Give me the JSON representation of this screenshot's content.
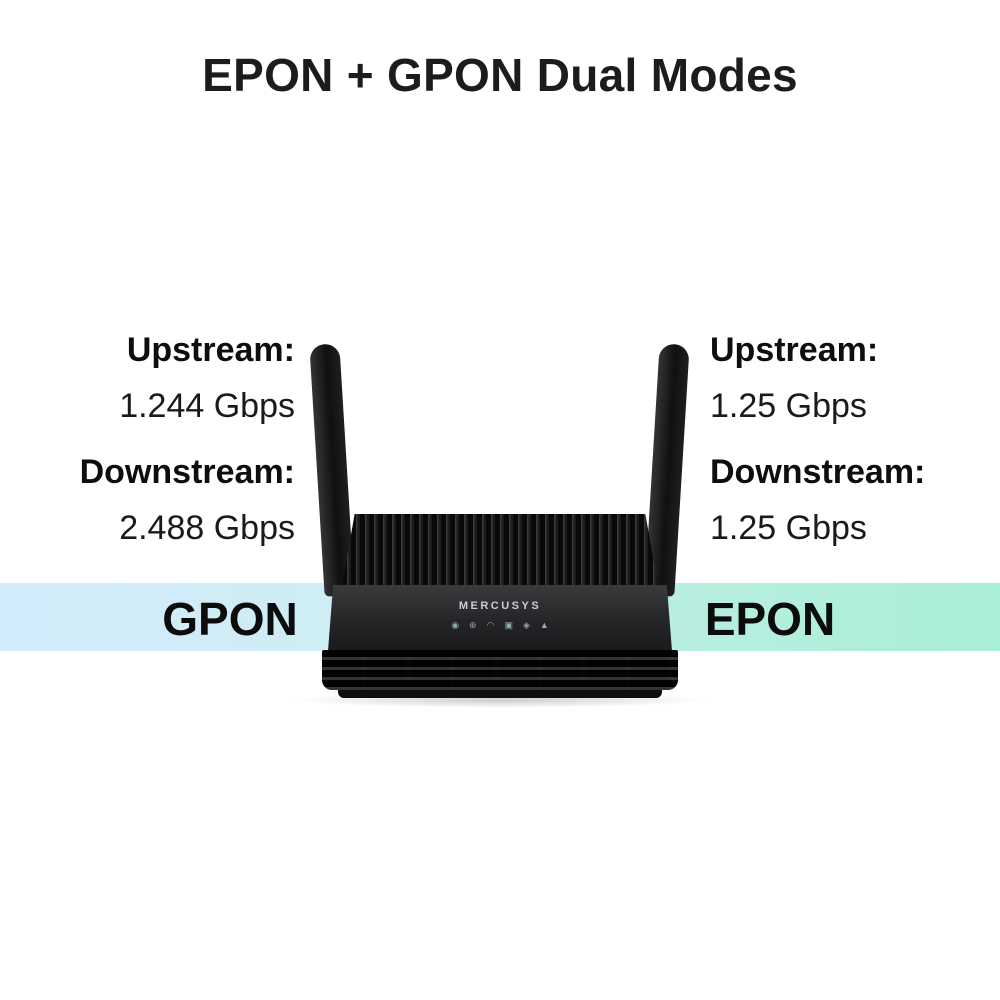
{
  "title": "EPON + GPON Dual Modes",
  "gpon": {
    "mode_label": "GPON",
    "upstream_label": "Upstream:",
    "upstream_value": "1.244 Gbps",
    "downstream_label": "Downstream:",
    "downstream_value": "2.488 Gbps"
  },
  "epon": {
    "mode_label": "EPON",
    "upstream_label": "Upstream:",
    "upstream_value": "1.25 Gbps",
    "downstream_label": "Downstream:",
    "downstream_value": "1.25 Gbps"
  },
  "device": {
    "brand": "MERCUSYS",
    "led_icons": [
      {
        "name": "power-led-icon",
        "glyph": "◉"
      },
      {
        "name": "internet-led-icon",
        "glyph": "⊕"
      },
      {
        "name": "wifi-led-icon",
        "glyph": "◠"
      },
      {
        "name": "lan-led-icon",
        "glyph": "▣"
      },
      {
        "name": "pon-led-icon",
        "glyph": "◈"
      },
      {
        "name": "los-led-icon",
        "glyph": "▲"
      }
    ]
  },
  "colors": {
    "band_left": "#d3ecfc",
    "band_right": "#a9eed6",
    "text": "#111111",
    "device_body": "#1c1c1c"
  }
}
